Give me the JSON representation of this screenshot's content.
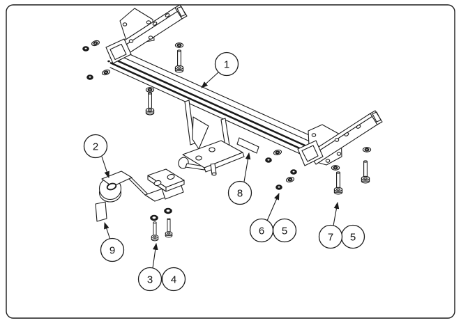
{
  "diagram": {
    "kind": "exploded-parts-diagram",
    "background": "#ffffff",
    "line_color": "#1a1a1a",
    "callouts": [
      {
        "id": "c1",
        "label": "1"
      },
      {
        "id": "c2",
        "label": "2"
      },
      {
        "id": "c3",
        "label": "3"
      },
      {
        "id": "c4",
        "label": "4"
      },
      {
        "id": "c5a",
        "label": "5"
      },
      {
        "id": "c5b",
        "label": "5"
      },
      {
        "id": "c6",
        "label": "6"
      },
      {
        "id": "c7",
        "label": "7"
      },
      {
        "id": "c8",
        "label": "8"
      },
      {
        "id": "c9",
        "label": "9"
      }
    ]
  }
}
